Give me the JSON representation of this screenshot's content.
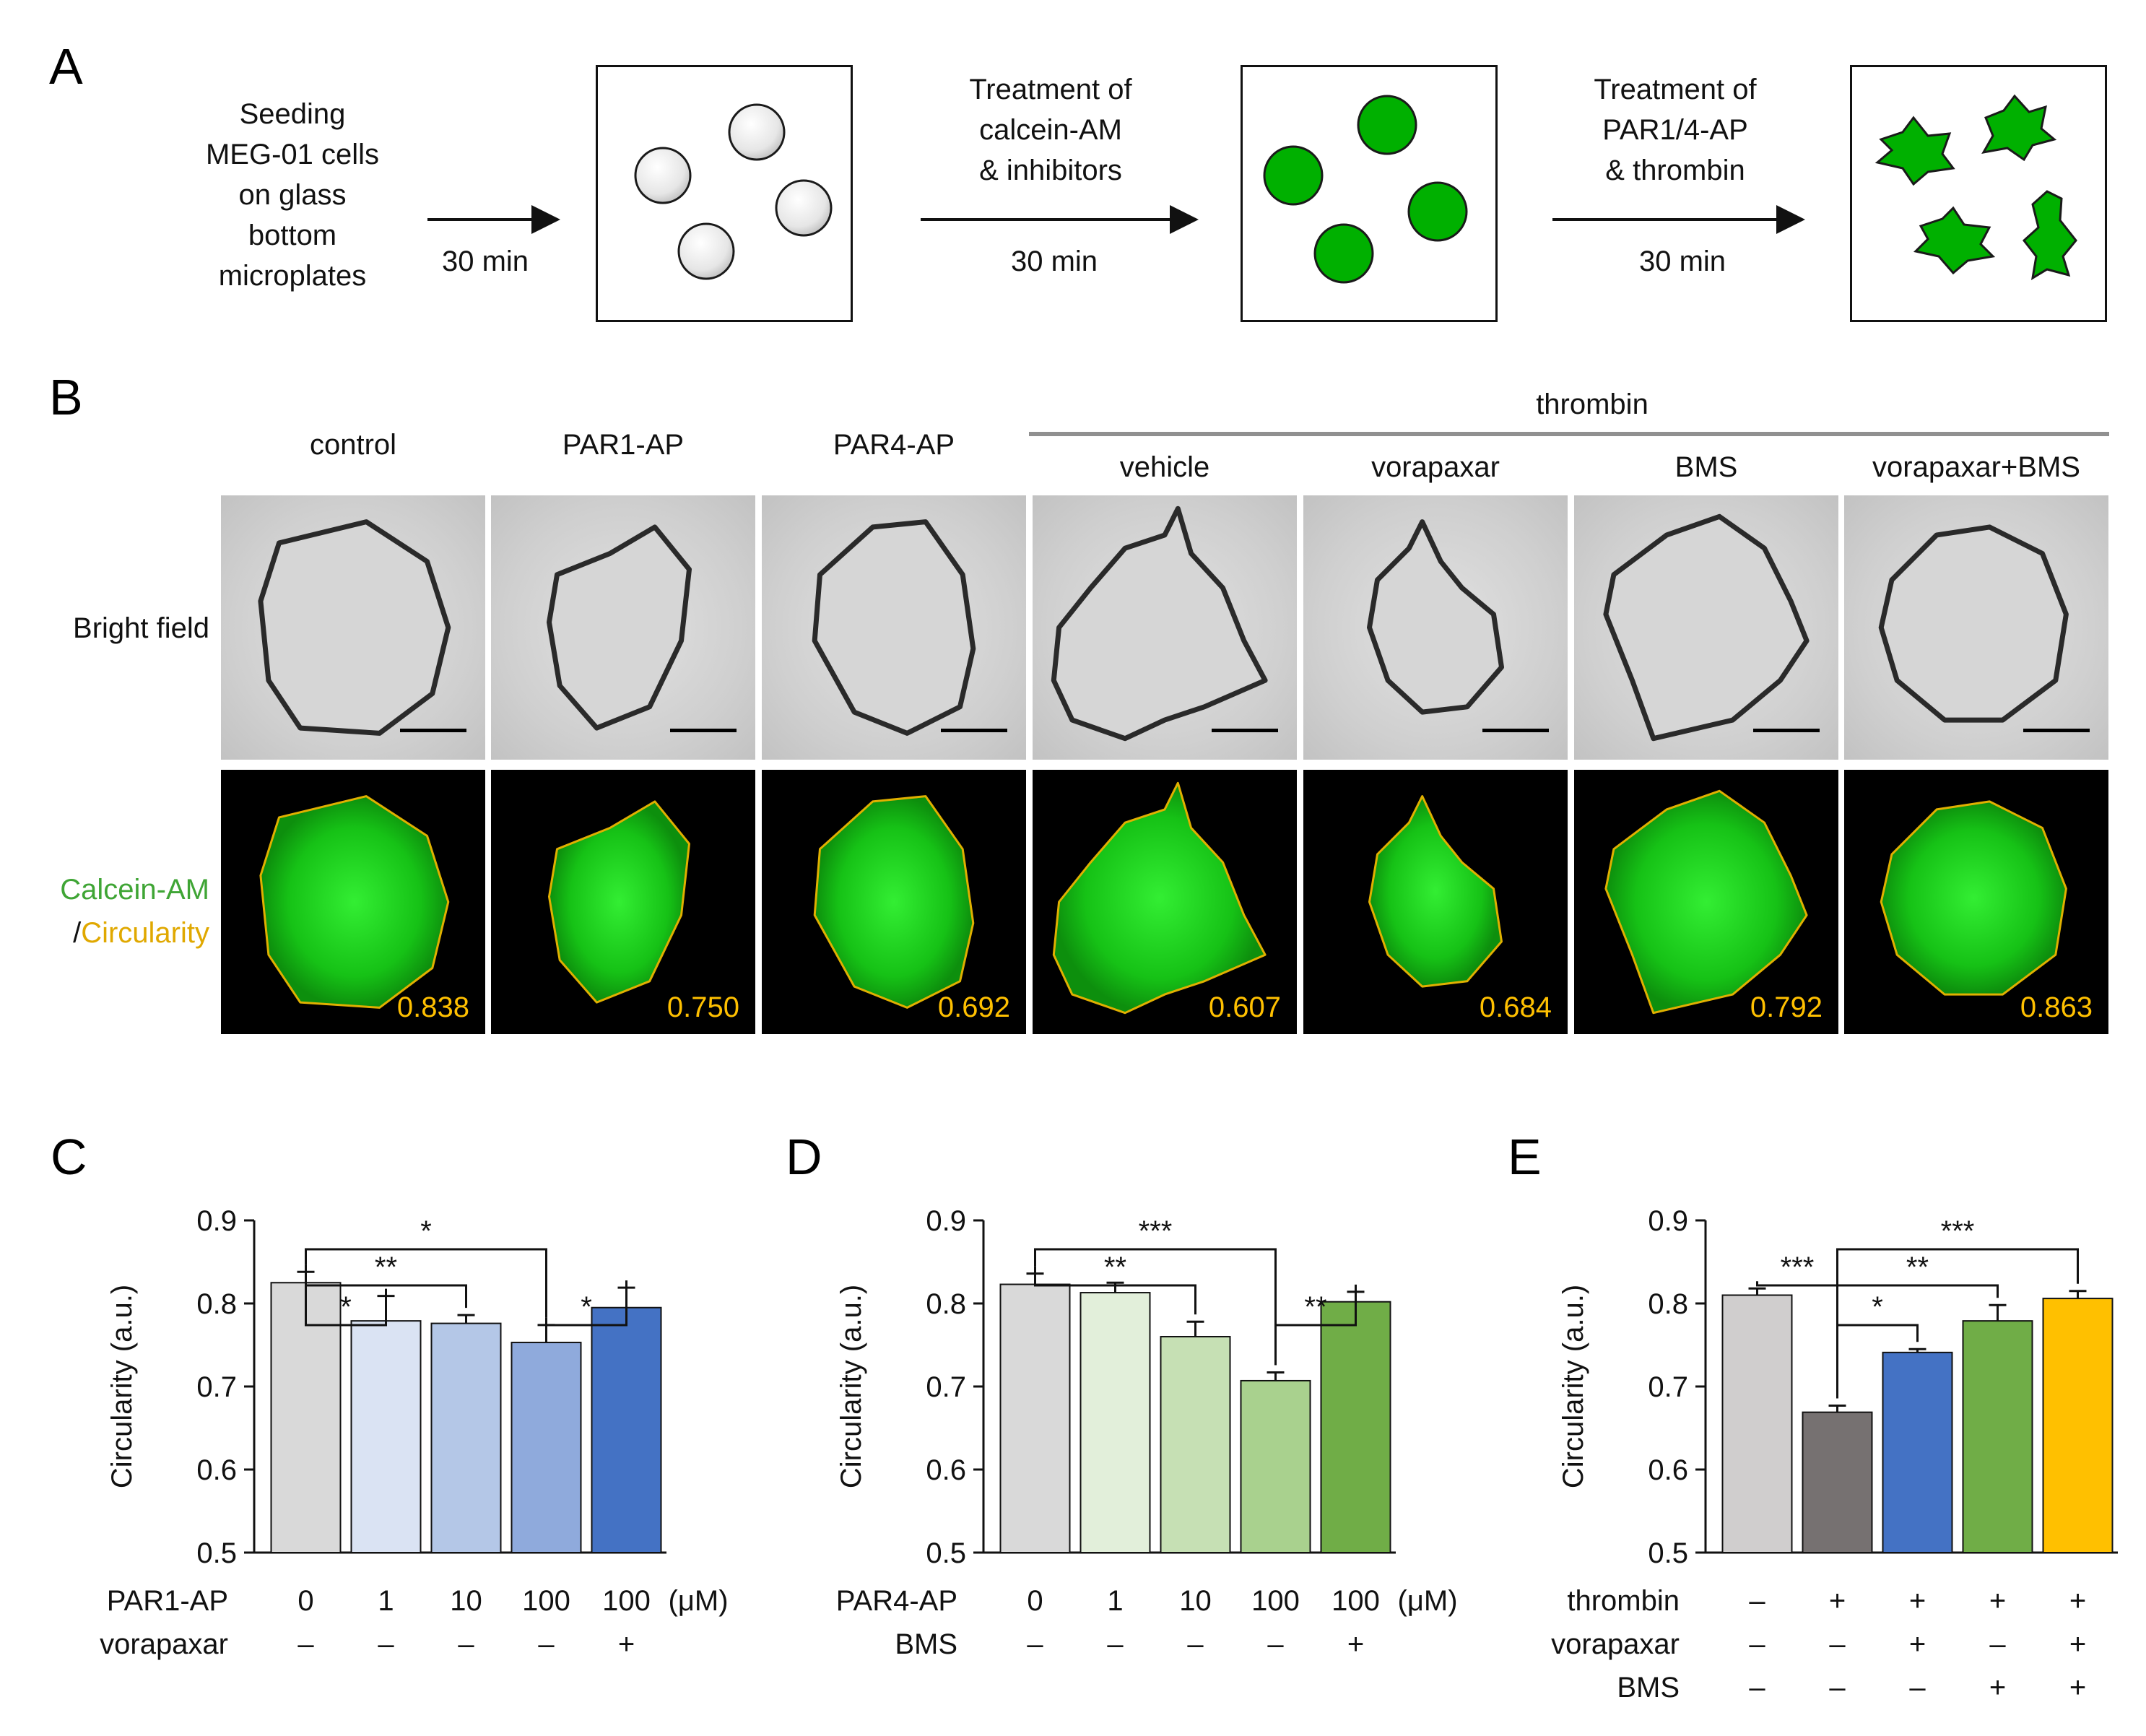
{
  "panels": {
    "A": "A",
    "B": "B",
    "C": "C",
    "D": "D",
    "E": "E"
  },
  "panel_a": {
    "step1_text": [
      "Seeding",
      "MEG-01 cells",
      "on glass",
      "bottom",
      "microplates"
    ],
    "arrow1_time": "30 min",
    "arrow2_label": [
      "Treatment of",
      "calcein-AM",
      "& inhibitors"
    ],
    "arrow2_time": "30 min",
    "arrow3_label": [
      "Treatment of",
      "PAR1/4-AP",
      "& thrombin"
    ],
    "arrow3_time": "30 min",
    "colors": {
      "resting_cell": "#f2f2f2",
      "green_cell": "#00b000",
      "outline": "#1a1a1a"
    }
  },
  "panel_b": {
    "group_header": "thrombin",
    "columns": [
      {
        "label": "control",
        "circularity": "0.838"
      },
      {
        "label": "PAR1-AP",
        "circularity": "0.750"
      },
      {
        "label": "PAR4-AP",
        "circularity": "0.692"
      },
      {
        "label": "vehicle",
        "circularity": "0.607"
      },
      {
        "label": "vorapaxar",
        "circularity": "0.684"
      },
      {
        "label": "BMS",
        "circularity": "0.792"
      },
      {
        "label": "vorapaxar+BMS",
        "circularity": "0.863"
      }
    ],
    "row_bright_field": "Bright field",
    "row_fluor_label_1": "Calcein-AM",
    "row_fluor_label_sep": "/",
    "row_fluor_label_2": "Circularity",
    "colors": {
      "calcein": "#3fa535",
      "circularity": "#e0a800",
      "group_line": "#909090"
    }
  },
  "chart_data": [
    {
      "type": "bar",
      "panel": "C",
      "ylabel": "Circularity (a.u.)",
      "ylim": [
        0.5,
        0.9
      ],
      "yticks": [
        "0.5",
        "0.6",
        "0.7",
        "0.8",
        "0.9"
      ],
      "values": [
        0.825,
        0.779,
        0.776,
        0.753,
        0.795
      ],
      "errors": [
        0.013,
        0.03,
        0.01,
        0.021,
        0.024
      ],
      "colors": [
        "#d9d9d9",
        "#dae3f3",
        "#b4c7e7",
        "#8faadc",
        "#4472c4"
      ],
      "conditions": [
        {
          "name": "PAR1-AP",
          "values": [
            "0",
            "1",
            "10",
            "100",
            "100"
          ],
          "unit": "(μM)"
        },
        {
          "name": "vorapaxar",
          "values": [
            "–",
            "–",
            "–",
            "–",
            "+"
          ]
        }
      ],
      "brackets": [
        {
          "from": 0,
          "to": 1,
          "label": "*",
          "level": 0
        },
        {
          "from": 0,
          "to": 2,
          "label": "**",
          "level": 1
        },
        {
          "from": 0,
          "to": 3,
          "label": "*",
          "level": 2
        },
        {
          "from": 3,
          "to": 4,
          "label": "*",
          "level": 0
        }
      ]
    },
    {
      "type": "bar",
      "panel": "D",
      "ylabel": "Circularity (a.u.)",
      "ylim": [
        0.5,
        0.9
      ],
      "yticks": [
        "0.5",
        "0.6",
        "0.7",
        "0.8",
        "0.9"
      ],
      "values": [
        0.823,
        0.813,
        0.76,
        0.707,
        0.802
      ],
      "errors": [
        0.013,
        0.012,
        0.018,
        0.01,
        0.012
      ],
      "colors": [
        "#d9d9d9",
        "#e2efda",
        "#c6e0b4",
        "#a9d18e",
        "#70ad47"
      ],
      "conditions": [
        {
          "name": "PAR4-AP",
          "values": [
            "0",
            "1",
            "10",
            "100",
            "100"
          ],
          "unit": "(μM)"
        },
        {
          "name": "BMS",
          "values": [
            "–",
            "–",
            "–",
            "–",
            "+"
          ]
        }
      ],
      "brackets": [
        {
          "from": 0,
          "to": 2,
          "label": "**",
          "level": 1
        },
        {
          "from": 0,
          "to": 3,
          "label": "***",
          "level": 2
        },
        {
          "from": 3,
          "to": 4,
          "label": "**",
          "level": 0
        }
      ]
    },
    {
      "type": "bar",
      "panel": "E",
      "ylabel": "Circularity (a.u.)",
      "ylim": [
        0.5,
        0.9
      ],
      "yticks": [
        "0.5",
        "0.6",
        "0.7",
        "0.8",
        "0.9"
      ],
      "values": [
        0.81,
        0.669,
        0.741,
        0.779,
        0.806
      ],
      "errors": [
        0.008,
        0.008,
        0.004,
        0.019,
        0.009
      ],
      "colors": [
        "#d0cece",
        "#767171",
        "#4472c4",
        "#70ad47",
        "#ffc000"
      ],
      "conditions": [
        {
          "name": "thrombin",
          "values": [
            "–",
            "+",
            "+",
            "+",
            "+"
          ]
        },
        {
          "name": "vorapaxar",
          "values": [
            "–",
            "–",
            "+",
            "–",
            "+"
          ]
        },
        {
          "name": "BMS",
          "values": [
            "–",
            "–",
            "–",
            "+",
            "+"
          ]
        }
      ],
      "brackets": [
        {
          "from": 0,
          "to": 1,
          "label": "***",
          "level": 1
        },
        {
          "from": 1,
          "to": 2,
          "label": "*",
          "level": 0
        },
        {
          "from": 1,
          "to": 3,
          "label": "**",
          "level": 1
        },
        {
          "from": 1,
          "to": 4,
          "label": "***",
          "level": 2
        }
      ]
    }
  ]
}
